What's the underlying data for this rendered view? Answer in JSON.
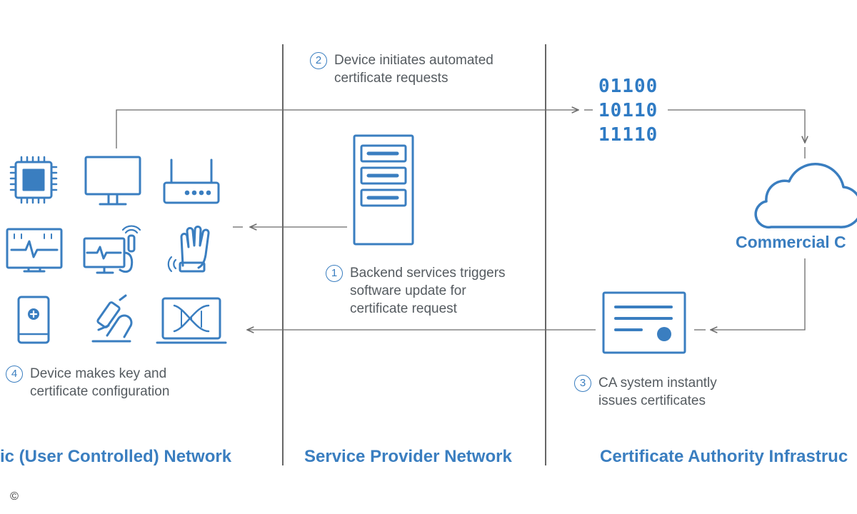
{
  "steps": {
    "s1": {
      "num": "1",
      "text": "Backend services triggers\nsoftware update for\ncertificate request"
    },
    "s2": {
      "num": "2",
      "text": "Device initiates automated\ncertificate requests"
    },
    "s3": {
      "num": "3",
      "text": "CA system instantly\nissues certificates"
    },
    "s4": {
      "num": "4",
      "text": "Device makes key and\ncertificate configuration"
    }
  },
  "regions": {
    "left": "ic (User Controlled) Network",
    "middle": "Service Provider Network",
    "right": "Certificate Authority Infrastruc"
  },
  "binary": [
    "01100",
    "10110",
    "11110"
  ],
  "cloud_label": "Commercial C",
  "copyright": "©",
  "colors": {
    "accent": "#3a7ec0",
    "line": "#6b6b6b",
    "text": "#555b60"
  },
  "icons": [
    "chip-icon",
    "monitor-icon",
    "router-icon",
    "ecg-monitor-icon",
    "patient-monitor-icon",
    "glove-icon",
    "tablet-icon",
    "microscope-icon",
    "dna-laptop-icon",
    "server-icon",
    "cloud-icon",
    "certificate-icon"
  ]
}
